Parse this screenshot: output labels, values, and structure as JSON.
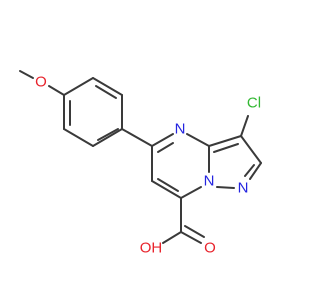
{
  "diagram": {
    "type": "chemical-structure",
    "background": "#ffffff",
    "bond_color": "#3a3a3a",
    "atoms": {
      "methoxy_o": {
        "text": "O",
        "color": "#e8232c"
      },
      "ring_n_top": {
        "text": "N",
        "color": "#2424e0"
      },
      "chloro": {
        "text": "Cl",
        "color": "#33b833"
      },
      "ring_n_right": {
        "text": "N",
        "color": "#2424e0"
      },
      "ring_n_bridge": {
        "text": "N",
        "color": "#2424e0"
      },
      "carbonyl_o": {
        "text": "O",
        "color": "#e8232c"
      },
      "hydroxyl": {
        "text": "OH",
        "color": "#e8232c"
      }
    }
  }
}
